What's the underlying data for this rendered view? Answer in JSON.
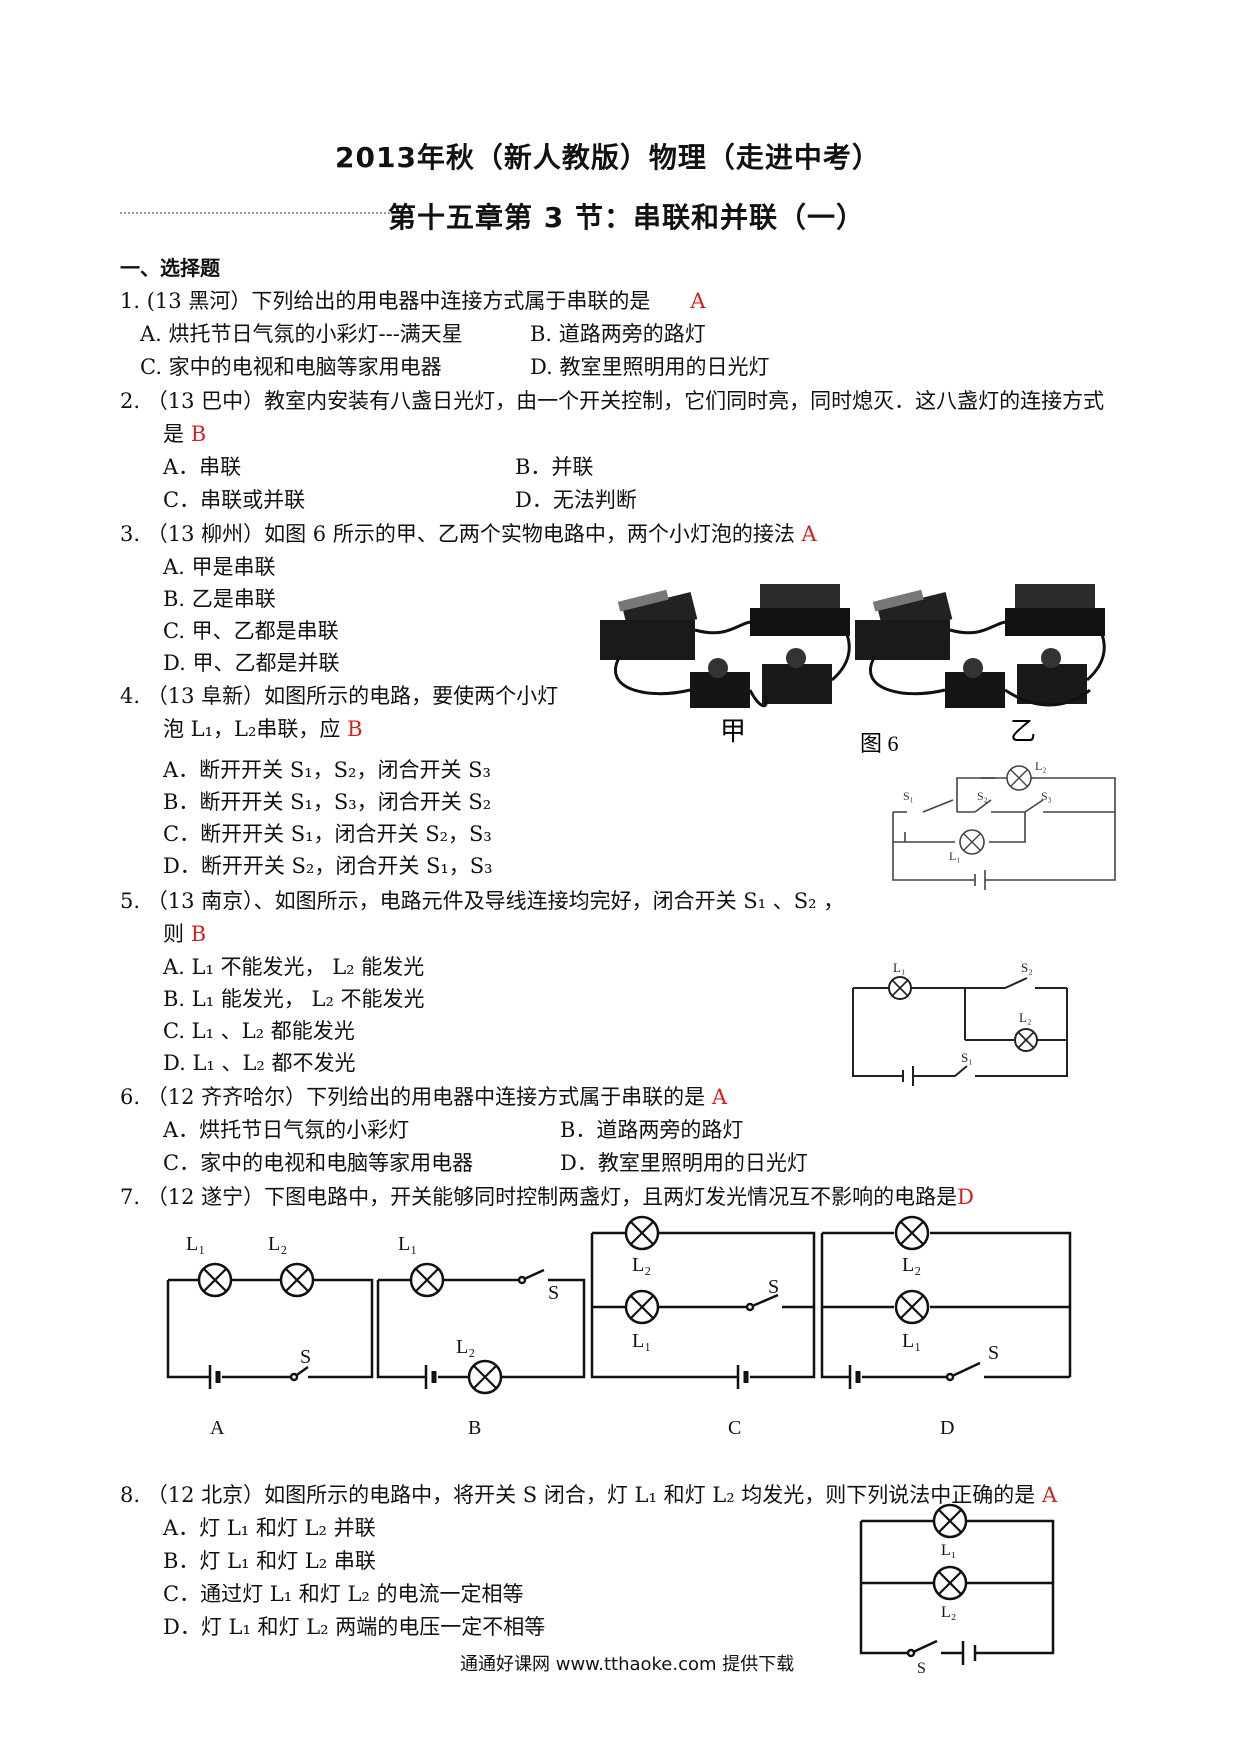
{
  "title": "2013年秋（新人教版）物理（走进中考）",
  "subtitle": "第十五章第 3 节：串联和并联（一）",
  "section": "一、选择题",
  "questions": [
    {
      "num": "1.",
      "stem": "(13 黑河）下列给出的用电器中连接方式属于串联的是",
      "answer": "A",
      "options": [
        "A. 烘托节日气氛的小彩灯---满天星",
        "B. 道路两旁的路灯",
        "C. 家中的电视和电脑等家用电器",
        "D. 教室里照明用的日光灯"
      ]
    },
    {
      "num": "2.",
      "stem": "（13 巴中）教室内安装有八盏日光灯，由一个开关控制，它们同时亮，同时熄灭．这八盏灯的连接方式",
      "stem2": "是",
      "answer": "B",
      "options": [
        "A．串联",
        "B．并联",
        "C．串联或并联",
        "D．无法判断"
      ]
    },
    {
      "num": "3.",
      "stem": "（13 柳州）如图 6 所示的甲、乙两个实物电路中，两个小灯泡的接法",
      "answer": "A",
      "options": [
        "A. 甲是串联",
        "B. 乙是串联",
        "C. 甲、乙都是串联",
        "D. 甲、乙都是并联"
      ],
      "figure": {
        "left": "甲",
        "right": "乙",
        "caption": "图 6"
      }
    },
    {
      "num": "4.",
      "stem": "（13 阜新）如图所示的电路，要使两个小灯",
      "stem2": "泡 L₁，L₂串联，应",
      "answer": "B",
      "options": [
        "A．断开开关 S₁，S₂，闭合开关 S₃",
        "B．断开开关 S₁，S₃，闭合开关 S₂",
        "C．断开开关 S₁，闭合开关 S₂，S₃",
        "D．断开开关 S₂，闭合开关 S₁，S₃"
      ],
      "figure": {
        "labels": [
          "S₁",
          "S₂",
          "S₃",
          "L₂",
          "L₁"
        ]
      }
    },
    {
      "num": "5.",
      "stem": "（13 南京）、如图所示，电路元件及导线连接均完好，闭合开关 S₁ 、S₂ ，",
      "stem2": "则",
      "answer": "B",
      "options": [
        "A. L₁ 不能发光， L₂ 能发光",
        "B. L₁ 能发光， L₂ 不能发光",
        "C. L₁ 、L₂ 都能发光",
        "D. L₁ 、L₂ 都不发光"
      ],
      "figure": {
        "labels": [
          "L₁",
          "S₂",
          "L₂",
          "S₁"
        ]
      }
    },
    {
      "num": "6.",
      "stem": "（12 齐齐哈尔）下列给出的用电器中连接方式属于串联的是",
      "answer": "A",
      "options": [
        "A．烘托节日气氛的小彩灯",
        "B．道路两旁的路灯",
        "C．家中的电视和电脑等家用电器",
        "D．教室里照明用的日光灯"
      ]
    },
    {
      "num": "7.",
      "stem": "（12 遂宁）下图电路中，开关能够同时控制两盏灯，且两灯发光情况互不影响的电路是",
      "answer": "D",
      "figure": {
        "captions": [
          "A",
          "B",
          "C",
          "D"
        ],
        "l1": "L₁",
        "l2": "L₂",
        "s": "S"
      }
    },
    {
      "num": "8.",
      "stem": "（12 北京）如图所示的电路中，将开关 S 闭合，灯 L₁ 和灯 L₂ 均发光，则下列说法中正确的是",
      "answer": "A",
      "options": [
        "A．灯 L₁ 和灯 L₂ 并联",
        "B．灯 L₁ 和灯 L₂ 串联",
        "C．通过灯 L₁ 和灯 L₂ 的电流一定相等",
        "D．灯 L₁ 和灯 L₂ 两端的电压一定不相等"
      ],
      "figure": {
        "labels": [
          "L₁",
          "L₂",
          "S"
        ]
      }
    }
  ],
  "footer": "通通好课网 www.tthaoke.com 提供下载"
}
